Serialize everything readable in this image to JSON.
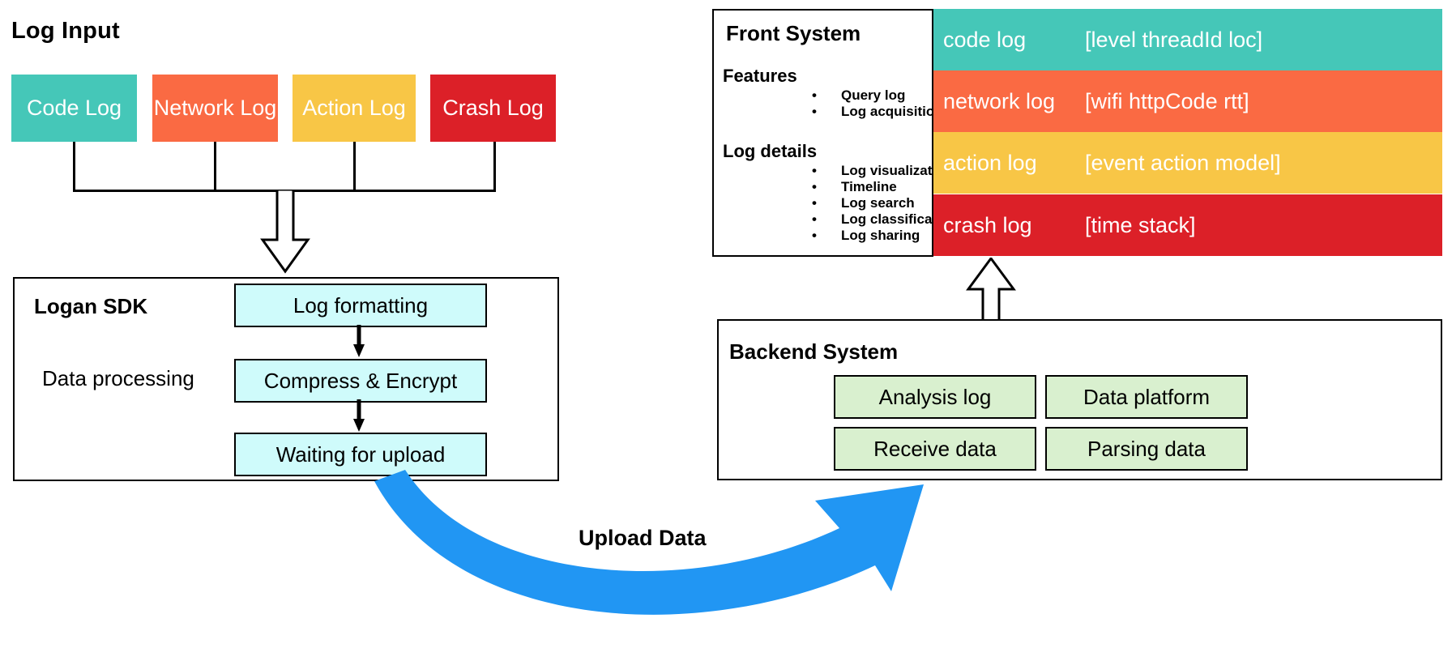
{
  "log_input": {
    "title": "Log Input",
    "chips": [
      {
        "label": "Code Log",
        "color": "#45C7B8"
      },
      {
        "label": "Network Log",
        "color": "#FA6A43"
      },
      {
        "label": "Action Log",
        "color": "#F8C646"
      },
      {
        "label": "Crash Log",
        "color": "#DC2028"
      }
    ]
  },
  "logan_sdk": {
    "title": "Logan SDK",
    "subtitle": "Data processing",
    "steps": [
      "Log formatting",
      "Compress &  Encrypt",
      "Waiting for upload"
    ],
    "step_color": "#CFFBFB"
  },
  "front_system": {
    "title": "Front System",
    "sections": [
      {
        "heading": "Features",
        "items": [
          "Query log",
          "Log acquisition"
        ]
      },
      {
        "heading": "Log details",
        "items": [
          "Log visualization",
          "Timeline",
          "Log search",
          "Log classification",
          "Log sharing"
        ]
      }
    ],
    "log_rows": [
      {
        "name": "code log",
        "fields": "[level threadId loc]",
        "color": "#45C7B8"
      },
      {
        "name": "network log",
        "fields": "[wifi httpCode rtt]",
        "color": "#FA6A43"
      },
      {
        "name": "action log",
        "fields": "[event action model]",
        "color": "#F8C646"
      },
      {
        "name": "crash log",
        "fields": "[time stack]",
        "color": "#DC2028"
      }
    ]
  },
  "backend_system": {
    "title": "Backend System",
    "boxes": [
      "Analysis log",
      "Data platform",
      "Receive data",
      "Parsing data"
    ],
    "box_color": "#D9F0CF"
  },
  "upload": {
    "label": "Upload Data",
    "color": "#2196F3"
  }
}
